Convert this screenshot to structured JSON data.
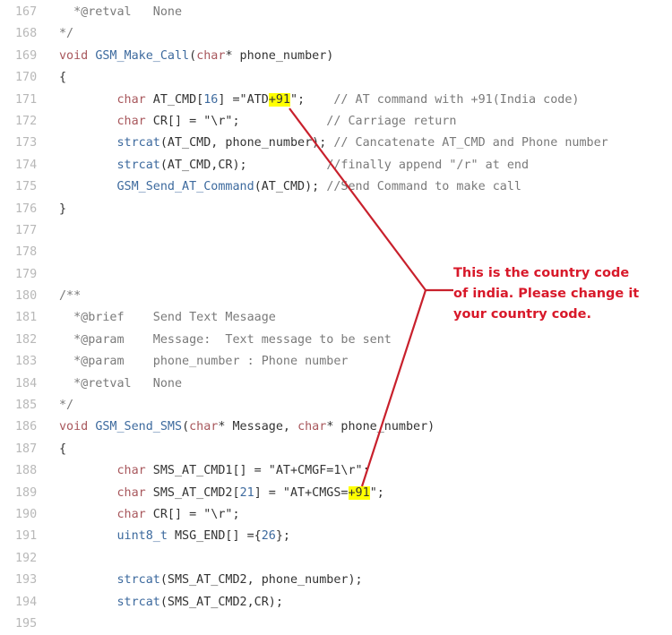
{
  "annotation": {
    "text_lines": [
      "This is the country code",
      "of india. Please change it",
      "your country code."
    ],
    "color": "#d8192a"
  },
  "highlight_color": "#ffff00",
  "lines": [
    {
      "n": "167",
      "parts": [
        {
          "t": "  *@retval   None",
          "c": "cm"
        }
      ]
    },
    {
      "n": "168",
      "parts": [
        {
          "t": "*/",
          "c": "cm"
        }
      ]
    },
    {
      "n": "169",
      "parts": [
        {
          "t": "void",
          "c": "kw"
        },
        {
          "t": " ",
          "c": ""
        },
        {
          "t": "GSM_Make_Call",
          "c": "fn"
        },
        {
          "t": "(",
          "c": ""
        },
        {
          "t": "char",
          "c": "kw"
        },
        {
          "t": "* phone_number)",
          "c": ""
        }
      ]
    },
    {
      "n": "170",
      "parts": [
        {
          "t": "{",
          "c": ""
        }
      ]
    },
    {
      "n": "171",
      "parts": [
        {
          "t": "        ",
          "c": ""
        },
        {
          "t": "char",
          "c": "kw"
        },
        {
          "t": " AT_CMD[",
          "c": ""
        },
        {
          "t": "16",
          "c": "num"
        },
        {
          "t": "] =\"ATD",
          "c": ""
        },
        {
          "t": "+91",
          "c": "hl"
        },
        {
          "t": "\";    ",
          "c": ""
        },
        {
          "t": "// AT command with +91(India code)",
          "c": "cm"
        }
      ]
    },
    {
      "n": "172",
      "parts": [
        {
          "t": "        ",
          "c": ""
        },
        {
          "t": "char",
          "c": "kw"
        },
        {
          "t": " CR[] = \"\\r\";            ",
          "c": ""
        },
        {
          "t": "// Carriage return",
          "c": "cm"
        }
      ]
    },
    {
      "n": "173",
      "parts": [
        {
          "t": "        ",
          "c": ""
        },
        {
          "t": "strcat",
          "c": "fn"
        },
        {
          "t": "(AT_CMD, phone_number); ",
          "c": ""
        },
        {
          "t": "// Cancatenate AT_CMD and Phone number",
          "c": "cm"
        }
      ]
    },
    {
      "n": "174",
      "parts": [
        {
          "t": "        ",
          "c": ""
        },
        {
          "t": "strcat",
          "c": "fn"
        },
        {
          "t": "(AT_CMD,CR);           ",
          "c": ""
        },
        {
          "t": "//finally append \"/r\" at end",
          "c": "cm"
        }
      ]
    },
    {
      "n": "175",
      "parts": [
        {
          "t": "        ",
          "c": ""
        },
        {
          "t": "GSM_Send_AT_Command",
          "c": "fn"
        },
        {
          "t": "(AT_CMD); ",
          "c": ""
        },
        {
          "t": "//Send Command to make call",
          "c": "cm"
        }
      ]
    },
    {
      "n": "176",
      "parts": [
        {
          "t": "}",
          "c": ""
        }
      ]
    },
    {
      "n": "177",
      "parts": []
    },
    {
      "n": "178",
      "parts": []
    },
    {
      "n": "179",
      "parts": []
    },
    {
      "n": "180",
      "parts": [
        {
          "t": "/**",
          "c": "cm"
        }
      ]
    },
    {
      "n": "181",
      "parts": [
        {
          "t": "  *@brief    Send Text Mesaage",
          "c": "cm"
        }
      ]
    },
    {
      "n": "182",
      "parts": [
        {
          "t": "  *@param    Message:  Text message to be sent",
          "c": "cm"
        }
      ]
    },
    {
      "n": "183",
      "parts": [
        {
          "t": "  *@param    phone_number : Phone number",
          "c": "cm"
        }
      ]
    },
    {
      "n": "184",
      "parts": [
        {
          "t": "  *@retval   None",
          "c": "cm"
        }
      ]
    },
    {
      "n": "185",
      "parts": [
        {
          "t": "*/",
          "c": "cm"
        }
      ]
    },
    {
      "n": "186",
      "parts": [
        {
          "t": "void",
          "c": "kw"
        },
        {
          "t": " ",
          "c": ""
        },
        {
          "t": "GSM_Send_SMS",
          "c": "fn"
        },
        {
          "t": "(",
          "c": ""
        },
        {
          "t": "char",
          "c": "kw"
        },
        {
          "t": "* Message, ",
          "c": ""
        },
        {
          "t": "char",
          "c": "kw"
        },
        {
          "t": "* phone_number)",
          "c": ""
        }
      ]
    },
    {
      "n": "187",
      "parts": [
        {
          "t": "{",
          "c": ""
        }
      ]
    },
    {
      "n": "188",
      "parts": [
        {
          "t": "        ",
          "c": ""
        },
        {
          "t": "char",
          "c": "kw"
        },
        {
          "t": " SMS_AT_CMD1[] = \"AT+CMGF=1\\r\";",
          "c": ""
        }
      ]
    },
    {
      "n": "189",
      "parts": [
        {
          "t": "        ",
          "c": ""
        },
        {
          "t": "char",
          "c": "kw"
        },
        {
          "t": " SMS_AT_CMD2[",
          "c": ""
        },
        {
          "t": "21",
          "c": "num"
        },
        {
          "t": "] = \"AT+CMGS=",
          "c": ""
        },
        {
          "t": "+91",
          "c": "hl"
        },
        {
          "t": "\";",
          "c": ""
        }
      ]
    },
    {
      "n": "190",
      "parts": [
        {
          "t": "        ",
          "c": ""
        },
        {
          "t": "char",
          "c": "kw"
        },
        {
          "t": " CR[] = \"\\r\";",
          "c": ""
        }
      ]
    },
    {
      "n": "191",
      "parts": [
        {
          "t": "        ",
          "c": ""
        },
        {
          "t": "uint8_t",
          "c": "fn"
        },
        {
          "t": " MSG_END[] ={",
          "c": ""
        },
        {
          "t": "26",
          "c": "num"
        },
        {
          "t": "};",
          "c": ""
        }
      ]
    },
    {
      "n": "192",
      "parts": []
    },
    {
      "n": "193",
      "parts": [
        {
          "t": "        ",
          "c": ""
        },
        {
          "t": "strcat",
          "c": "fn"
        },
        {
          "t": "(SMS_AT_CMD2, phone_number);",
          "c": ""
        }
      ]
    },
    {
      "n": "194",
      "parts": [
        {
          "t": "        ",
          "c": ""
        },
        {
          "t": "strcat",
          "c": "fn"
        },
        {
          "t": "(SMS_AT_CMD2,CR);",
          "c": ""
        }
      ]
    },
    {
      "n": "195",
      "parts": []
    }
  ]
}
